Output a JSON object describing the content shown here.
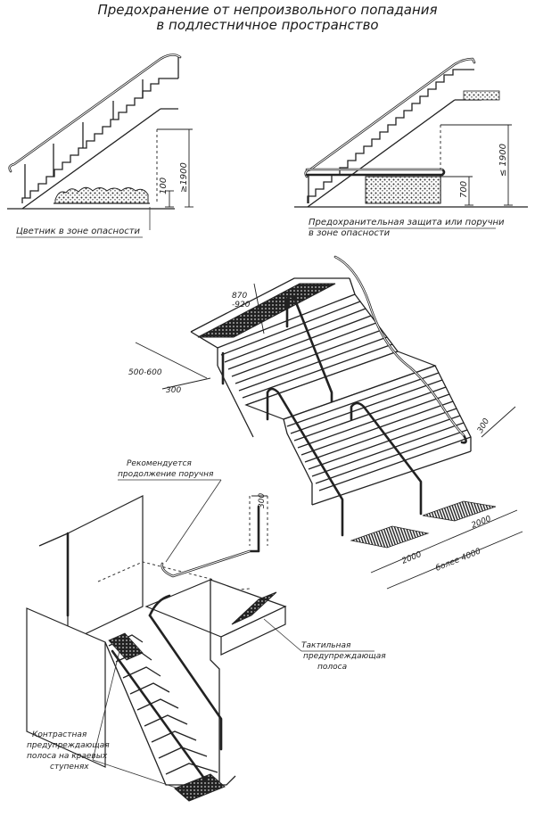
{
  "title": {
    "line1": "Предохранение от непроизвольного попадания",
    "line2": "в подлестничное пространство"
  },
  "top_left": {
    "caption": "Цветник в зоне опасности",
    "dim_100": "100",
    "dim_1900": "≥1900"
  },
  "top_right": {
    "caption_line1": "Предохранительная защита или поручни",
    "caption_line2": "в зоне опасности",
    "dim_1900": "≤ 1900",
    "dim_700": "700"
  },
  "middle": {
    "dim_870_line1": "870",
    "dim_870_line2": "-920",
    "dim_500": "500-600",
    "dim_300_left": "300",
    "dim_300_right": "300",
    "dim_2000_a": "2000",
    "dim_2000_b": "2000",
    "dim_4000": "более 4000"
  },
  "bottom": {
    "note_handrail_line1": "Рекомендуется",
    "note_handrail_line2": "продолжение поручня",
    "dim_300": "300",
    "tactile_line1": "Тактильная",
    "tactile_line2": "предупреждающая",
    "tactile_line3": "полоса",
    "contrast_line1": "Контрастная",
    "contrast_line2": "предупреждающая",
    "contrast_line3": "полоса на краевых",
    "contrast_line4": "ступенях"
  }
}
